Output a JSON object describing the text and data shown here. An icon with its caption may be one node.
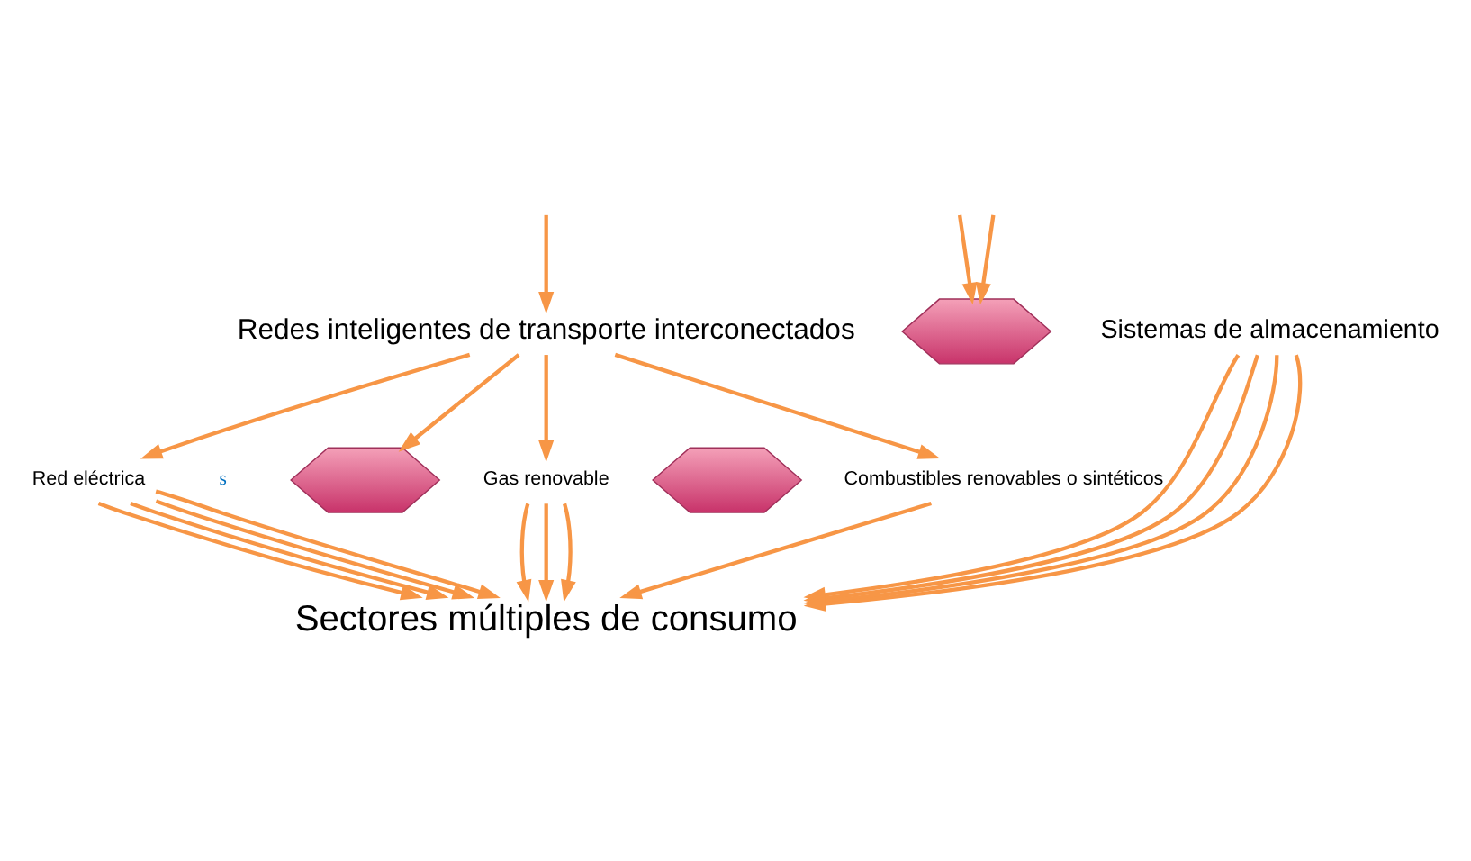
{
  "diagram": {
    "nodes": [
      {
        "text": [
          "Redes inteligentes de transporte interconectados"
        ]
      },
      {
        "text": [],
        "shape": "arrow"
      },
      {
        "text": [
          "Sistemas de almacenamiento"
        ]
      },
      {
        "text": [
          "Red eléctrica"
        ]
      },
      {
        "text": [],
        "shape": "arrow"
      },
      {
        "text": [
          "Gas renovable"
        ]
      },
      {
        "text": [],
        "shape": "arrow"
      },
      {
        "text": [
          "Combustibles renovables o sintéticos"
        ]
      },
      {
        "text": [
          "Sectores múltiples de consumo"
        ]
      }
    ],
    "edges": [
      {
        "from": null,
        "to": 0,
        "arrow": "to"
      },
      {
        "from": null,
        "to": 1,
        "arrow": "to"
      },
      {
        "from": null,
        "to": 1,
        "arrow": "to"
      },
      {
        "from": 0,
        "to": 3,
        "arrow": "to"
      },
      {
        "from": 0,
        "to": 4,
        "arrow": "to"
      },
      {
        "from": 0,
        "to": 5,
        "arrow": "to"
      },
      {
        "from": 0,
        "to": 7,
        "arrow": "to"
      },
      {
        "from": 3,
        "to": 8,
        "arrow": "to"
      },
      {
        "from": 3,
        "to": 8,
        "arrow": "to"
      },
      {
        "from": 3,
        "to": 8,
        "arrow": "to"
      },
      {
        "from": 3,
        "to": 8,
        "arrow": "to"
      },
      {
        "from": 5,
        "to": 8,
        "arrow": "to"
      },
      {
        "from": 5,
        "to": 8,
        "arrow": "to"
      },
      {
        "from": 5,
        "to": 8,
        "arrow": "to"
      },
      {
        "from": 7,
        "to": 8,
        "arrow": "to"
      },
      {
        "from": 2,
        "to": 8,
        "arrow": "to"
      },
      {
        "from": 2,
        "to": 8,
        "arrow": "to"
      },
      {
        "from": 2,
        "to": 8,
        "arrow": "to"
      },
      {
        "from": 2,
        "to": 8,
        "arrow": "to"
      }
    ],
    "labels": [
      "s"
    ]
  }
}
